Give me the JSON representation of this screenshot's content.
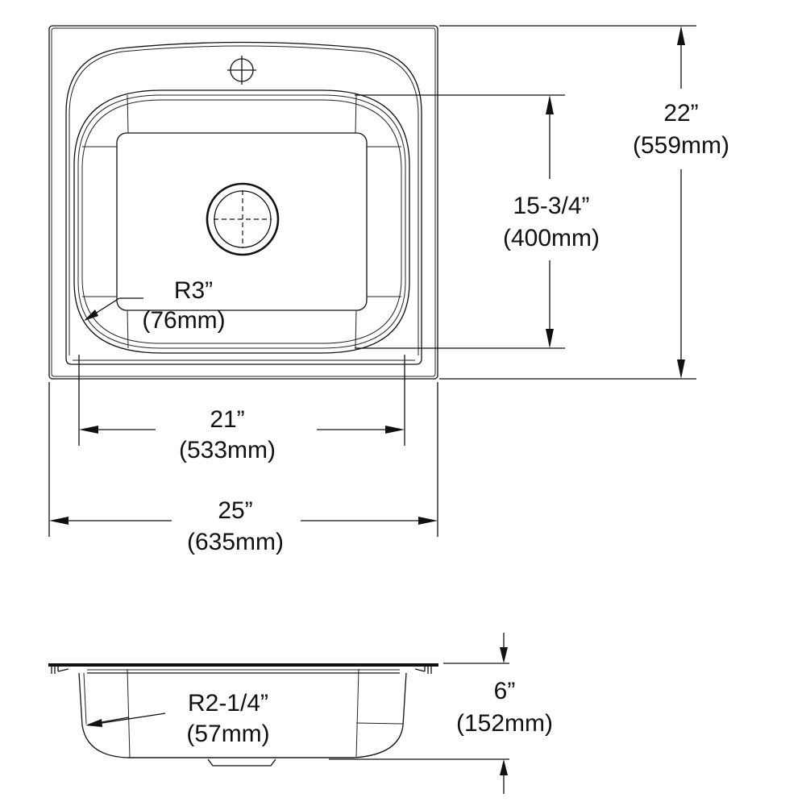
{
  "drawing": {
    "title": "Sink dimension drawing",
    "views": [
      "top-view",
      "side-view"
    ]
  },
  "dimensions": {
    "overall_width": {
      "imperial": "25”",
      "metric": "(635mm)"
    },
    "bowl_width": {
      "imperial": "21”",
      "metric": "(533mm)"
    },
    "overall_depth": {
      "imperial": "22”",
      "metric": "(559mm)"
    },
    "bowl_front_to_back": {
      "imperial": "15-3/4”",
      "metric": "(400mm)"
    },
    "corner_radius": {
      "imperial": "R3”",
      "metric": "(76mm)"
    },
    "side_radius": {
      "imperial": "R2-1/4”",
      "metric": "(57mm)"
    },
    "bowl_depth": {
      "imperial": "6”",
      "metric": "(152mm)"
    }
  },
  "colors": {
    "line": "#111111",
    "background": "#ffffff"
  }
}
